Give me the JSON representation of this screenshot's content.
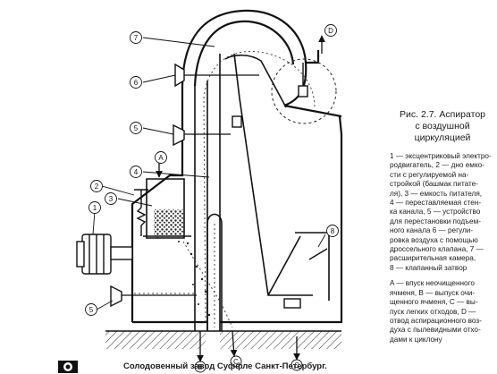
{
  "figure": {
    "title_lines": [
      "Рис. 2.7. Аспиратор",
      "с воздушной",
      "циркуляцией"
    ],
    "callouts": {
      "n1": "1",
      "n2": "2",
      "n3": "3",
      "n4": "4",
      "n5a": "5",
      "n5b": "5",
      "n6": "6",
      "n7": "7",
      "n8": "8",
      "A": "A",
      "B": "B",
      "C": "C",
      "D": "D"
    },
    "legend": [
      "1 — эксцентриковый электро-",
      "родвигатель, 2 — дно емко-",
      "сти с регулируемой на-",
      "стройкой (башмак питате-",
      "ля), 3 — емкость питателя,",
      "4 — переставляемая стен-",
      "ка канала, 5 — устройство",
      "для перестановки подъем-",
      "ного канала 6 — регули-",
      "ровка воздуха с помощью",
      "дроссельного клапана, 7 —",
      "расширительная камера,",
      "8 — клапанный затвор",
      "",
      "A — впуск неочищенного",
      "ячменя, B — выпуск очи-",
      "щенного ячменя, C — вы-",
      "пуск легких отходов, D —",
      "отвод аспирационного воз-",
      "духа с пылевидными отхо-",
      "дами к циклону"
    ]
  },
  "footer": {
    "caption": "Солодовенный завод Суффле Санкт-Петербург."
  }
}
